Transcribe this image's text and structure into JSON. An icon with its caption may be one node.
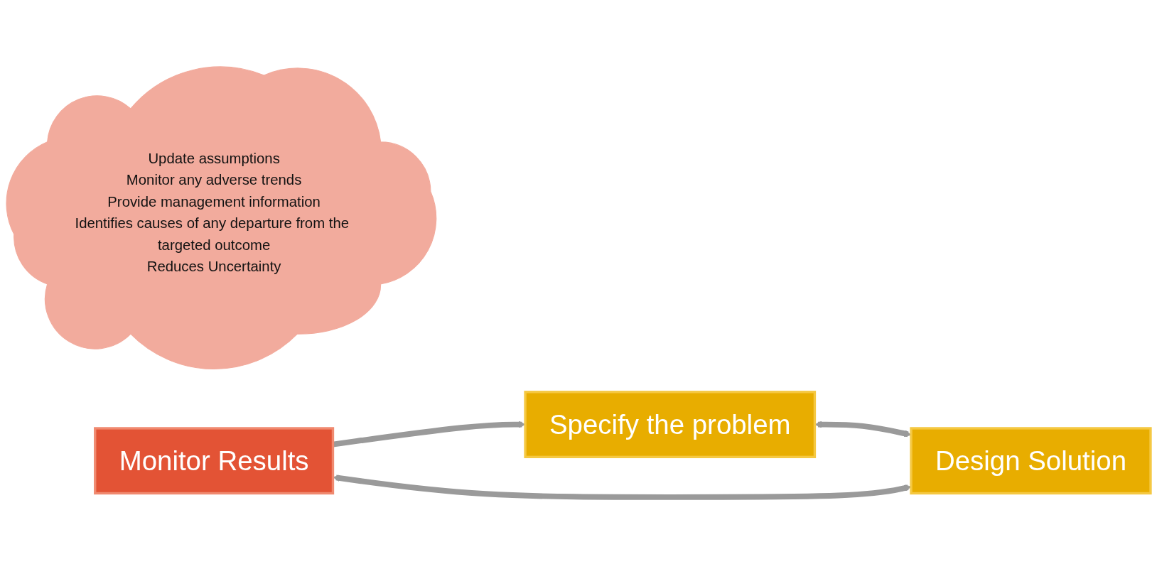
{
  "diagram": {
    "nodes": [
      {
        "text": [
          "Update assumptions",
          "Monitor any adverse trends",
          "Provide management information",
          "Identifies causes of any departure from the targeted outcome",
          "Reduces Uncertainty"
        ]
      },
      {
        "text": [
          "Specify the problem"
        ]
      },
      {
        "text": [
          "Monitor Results"
        ]
      },
      {
        "text": [
          "Design Solution"
        ]
      }
    ],
    "edges": [
      {
        "from": 2,
        "to": 1,
        "arrow": "to"
      },
      {
        "from": 1,
        "to": 3,
        "arrow": "both"
      },
      {
        "from": 2,
        "to": 3,
        "arrow": "both"
      }
    ]
  }
}
